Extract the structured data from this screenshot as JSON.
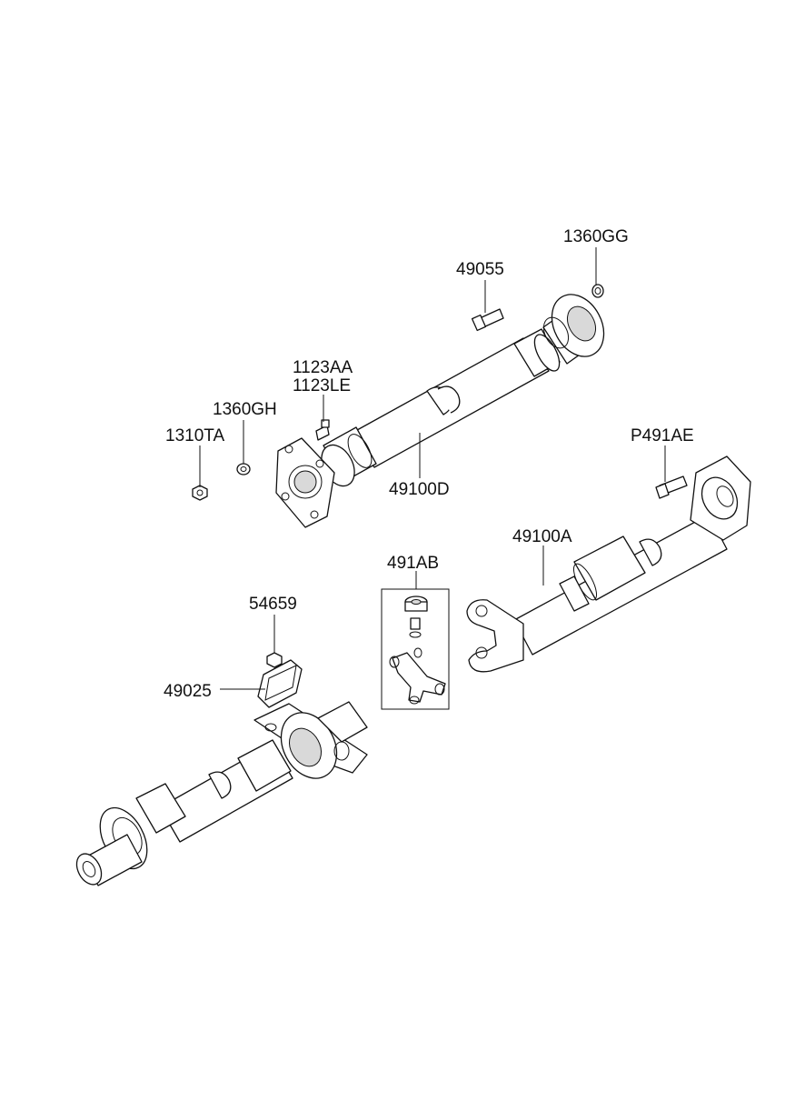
{
  "parts": {
    "p1360GG": "1360GG",
    "p49055": "49055",
    "p1123AA": "1123AA",
    "p1123LE": "1123LE",
    "p1360GH": "1360GH",
    "p1310TA": "1310TA",
    "p49100D": "49100D",
    "pP491AE": "P491AE",
    "p49100A": "49100A",
    "p491AB": "491AB",
    "p54659": "54659",
    "p49025": "49025"
  }
}
